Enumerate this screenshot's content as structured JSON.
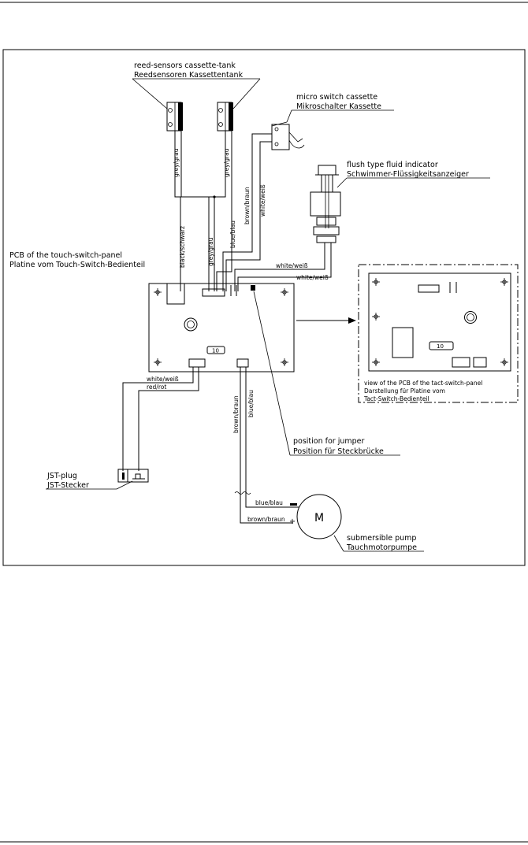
{
  "labels": {
    "reed_sensors_en": "reed-sensors cassette-tank",
    "reed_sensors_de": "Reedsensoren Kassettentank",
    "micro_switch_en": "micro switch cassette",
    "micro_switch_de": "Mikroschalter Kassette",
    "flush_en": "flush type fluid indicator",
    "flush_de": "Schwimmer-Flüssigkeitsanzeiger",
    "pcb_en": "PCB of the touch-switch-panel",
    "pcb_de": "Platine vom Touch-Switch-Bedienteil",
    "view_line1": "view of the PCB of the tact-switch-panel",
    "view_line2": "Darstellung für Platine vom",
    "view_line3": "Tact-Switch-Bedienteil",
    "jumper_en": "position for jumper",
    "jumper_de": "Position für Steckbrücke",
    "jst_en": "JST-plug",
    "jst_de": "JST-Stecker",
    "pump_en": "submersible pump",
    "pump_de": "Tauchmotorpumpe",
    "motor": "M",
    "chip_left": "10",
    "chip_right": "10",
    "minus": "–",
    "plus": "+"
  },
  "wires": {
    "grey_left": "grey/grau",
    "grey_right": "grey/grau",
    "black": "black/schwarz",
    "grey_mid": "grey/grau",
    "blue_top": "blue/blau",
    "brown_top": "brown/braun",
    "white_top": "white/weiß",
    "white_fi1": "white/weiß",
    "white_fi2": "white/weiß",
    "white_jst": "white/weiß",
    "red_jst": "red/rot",
    "brown_pump_v": "brown/braun",
    "blue_pump_v": "blue/blau",
    "blue_pump_h": "blue/blau",
    "brown_pump_h": "brown/braun"
  }
}
